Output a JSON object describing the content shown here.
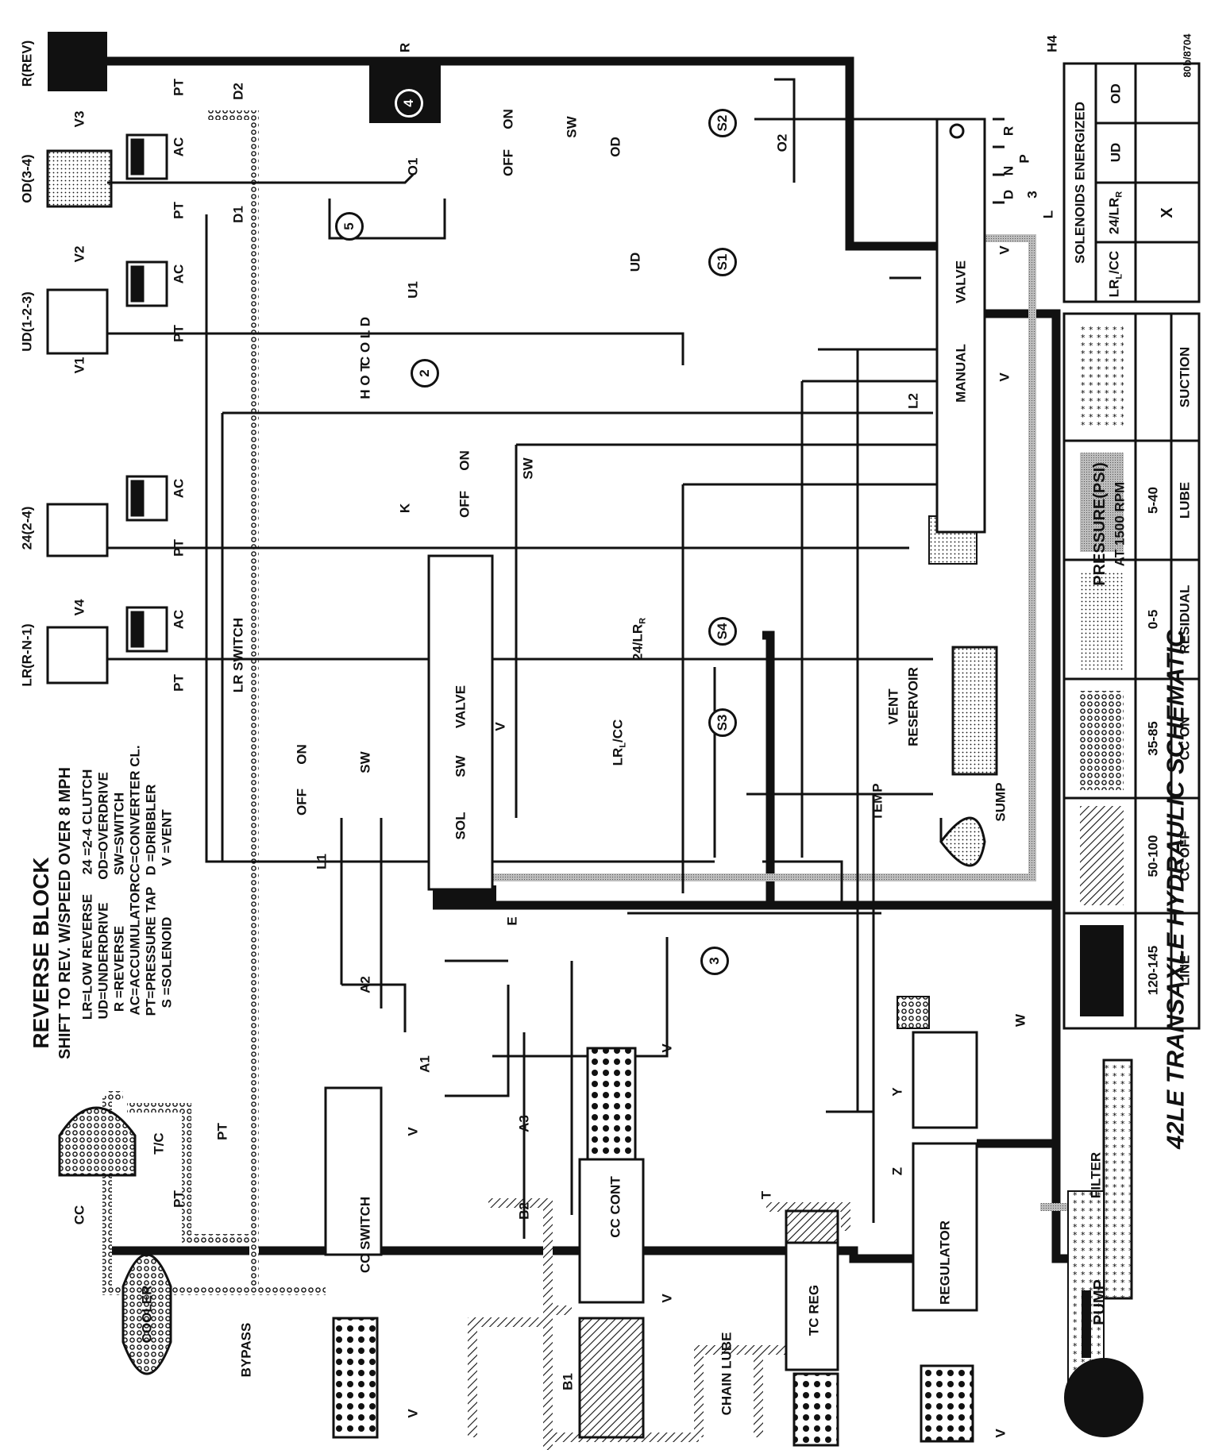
{
  "diagram": {
    "title": "42LE TRANSAXLE HYDRAULIC SCHEMATIC",
    "figure_code": "80b/8704",
    "block_title": "REVERSE BLOCK",
    "block_subtitle": "SHIFT TO REV. W/SPEED OVER 8 MPH"
  },
  "abbrev_left": [
    "LR=LOW REVERSE",
    "UD=UNDERDRIVE",
    "R  =REVERSE",
    "AC=ACCUMULATOR",
    "PT=PRESSURE TAP",
    "S  =SOLENOID"
  ],
  "abbrev_right": [
    "24 =2-4 CLUTCH",
    "OD=OVERDRIVE",
    "SW=SWITCH",
    "CC=CONVERTER CL.",
    "D  =DRIBBLER",
    "V  =VENT"
  ],
  "clutches": {
    "rrev": "R(REV)",
    "od": "OD(3-4)",
    "ud": "UD(1-2-3)",
    "c24": "24(2-4)",
    "lr": "LR(R-N-1)"
  },
  "valves": {
    "manual": "MANUAL",
    "valve_top": "VALVE",
    "valve_mid": "VALVE",
    "sw": "SW",
    "sol": "SOL",
    "cc_switch": "CC SWITCH",
    "cc_cont": "CC CONT",
    "tc_reg": "TC REG",
    "regulator": "REGULATOR",
    "lr_switch": "LR SWITCH"
  },
  "parts": {
    "cooler": "COOLER",
    "bypass": "BYPASS",
    "chain_lube": "CHAIN LUBE",
    "pump": "PUMP",
    "filter": "FILTER",
    "temp": "TEMP",
    "sump": "SUMP",
    "vent": "VENT",
    "reservoir": "RESERVOIR",
    "cc": "CC",
    "tc": "T/C",
    "cold": "C O L D",
    "hot": "H O T"
  },
  "switch_states": {
    "off": "OFF",
    "on": "ON",
    "sw": "SW"
  },
  "solenoids": {
    "s1": "S1",
    "s2": "S2",
    "s3": "S3",
    "s4": "S4",
    "ud": "UD",
    "od": "OD",
    "lrcc": "LR",
    "lrcc_sub": "L",
    "lrcc_tail": "/CC",
    "s24": "24/LR",
    "s24_sub": "R"
  },
  "checkballs": [
    "2",
    "3",
    "4",
    "5"
  ],
  "tap_labels": {
    "pt": "PT",
    "ac": "AC",
    "d1": "D1",
    "d2": "D2",
    "v1": "V1",
    "v2": "V2",
    "v3": "V3",
    "v4": "V4",
    "v": "V",
    "o1": "O1",
    "o2": "O2",
    "u1": "U1",
    "k": "K",
    "l1": "L1",
    "l2": "L2",
    "a1": "A1",
    "a2": "A2",
    "a3": "A3",
    "b1": "B1",
    "b2": "B2",
    "e": "E",
    "w": "W",
    "y": "Y",
    "z": "Z",
    "t": "T",
    "r": "R"
  },
  "gear_selector": {
    "positions": [
      "R",
      "N",
      "D",
      "3",
      "P",
      "L"
    ],
    "h4": "H4"
  },
  "solenoids_energized": {
    "title": "SOLENOIDS ENERGIZED",
    "columns": [
      "LR",
      "24/LR",
      "UD",
      "OD"
    ],
    "col_sub": [
      "L",
      "R"
    ],
    "col_tail": "/CC",
    "row": [
      "",
      "X",
      "",
      ""
    ]
  },
  "pressure_legend": {
    "title": "PRESSURE(PSI)",
    "subtitle": "AT 1500 RPM",
    "rows": [
      {
        "range": "120-145",
        "name": "LINE",
        "swatch": "#111111"
      },
      {
        "range": "50-100",
        "name": "CC OFF",
        "swatch": "hatch"
      },
      {
        "range": "35-85",
        "name": "CC ON",
        "swatch": "circles"
      },
      {
        "range": "0-5",
        "name": "RESIDUAL",
        "swatch": "dots"
      },
      {
        "range": "5-40",
        "name": "LUBE",
        "swatch": "grey"
      },
      {
        "range": "",
        "name": "SUCTION",
        "swatch": "stars"
      }
    ]
  }
}
